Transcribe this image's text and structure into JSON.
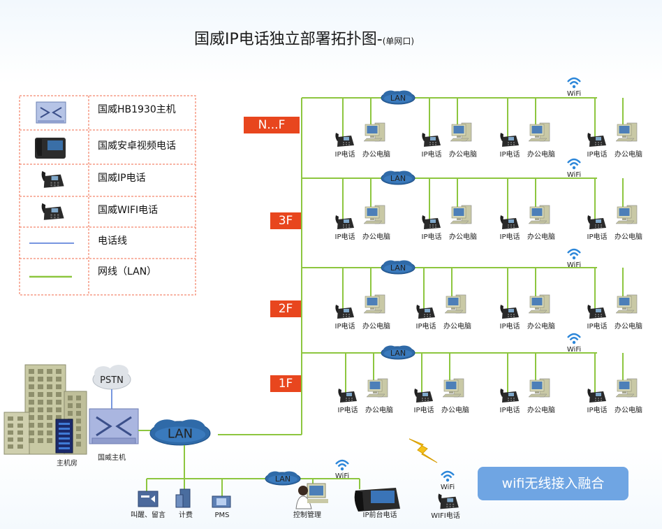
{
  "title": {
    "main": "国威IP电话独立部署拓扑图-",
    "sub": "(单网口)"
  },
  "legend": [
    {
      "icon": "pbx-icon",
      "label": "国威HB1930主机"
    },
    {
      "icon": "android-video-phone-icon",
      "label": "国威安卓视频电话"
    },
    {
      "icon": "ip-phone-icon",
      "label": "国威IP电话"
    },
    {
      "icon": "wifi-phone-icon",
      "label": "国威WIFI电话"
    },
    {
      "icon": "phone-line-icon",
      "label": "电话线"
    },
    {
      "icon": "network-line-icon",
      "label": "网线（LAN）"
    }
  ],
  "floors": [
    {
      "label": "N...F"
    },
    {
      "label": "3F"
    },
    {
      "label": "2F"
    },
    {
      "label": "1F"
    }
  ],
  "floor_node": {
    "phone": "IP电话",
    "pc": "办公电脑"
  },
  "lan_label": "LAN",
  "wifi_label": "WiFi",
  "wifi_label_bottom": "WiFi",
  "core": {
    "building": "主机房",
    "pstn": "PSTN",
    "pbx": "国威主机",
    "lan": "LAN"
  },
  "bottom": {
    "lan": "LAN",
    "ivr": "叫醒、留言",
    "billing": "计费",
    "pms": "PMS",
    "control": "控制管理",
    "front_desk": "IP前台电话",
    "wifi_phone": "WIFI电话"
  },
  "wifi_button": "wifi无线接入融合",
  "colors": {
    "network_line": "#8dc63f",
    "phone_line": "#4a74d6",
    "floor_box": "#e8461e",
    "lan_cloud": "#2f6aa8",
    "wifi": "#2b86d9"
  }
}
